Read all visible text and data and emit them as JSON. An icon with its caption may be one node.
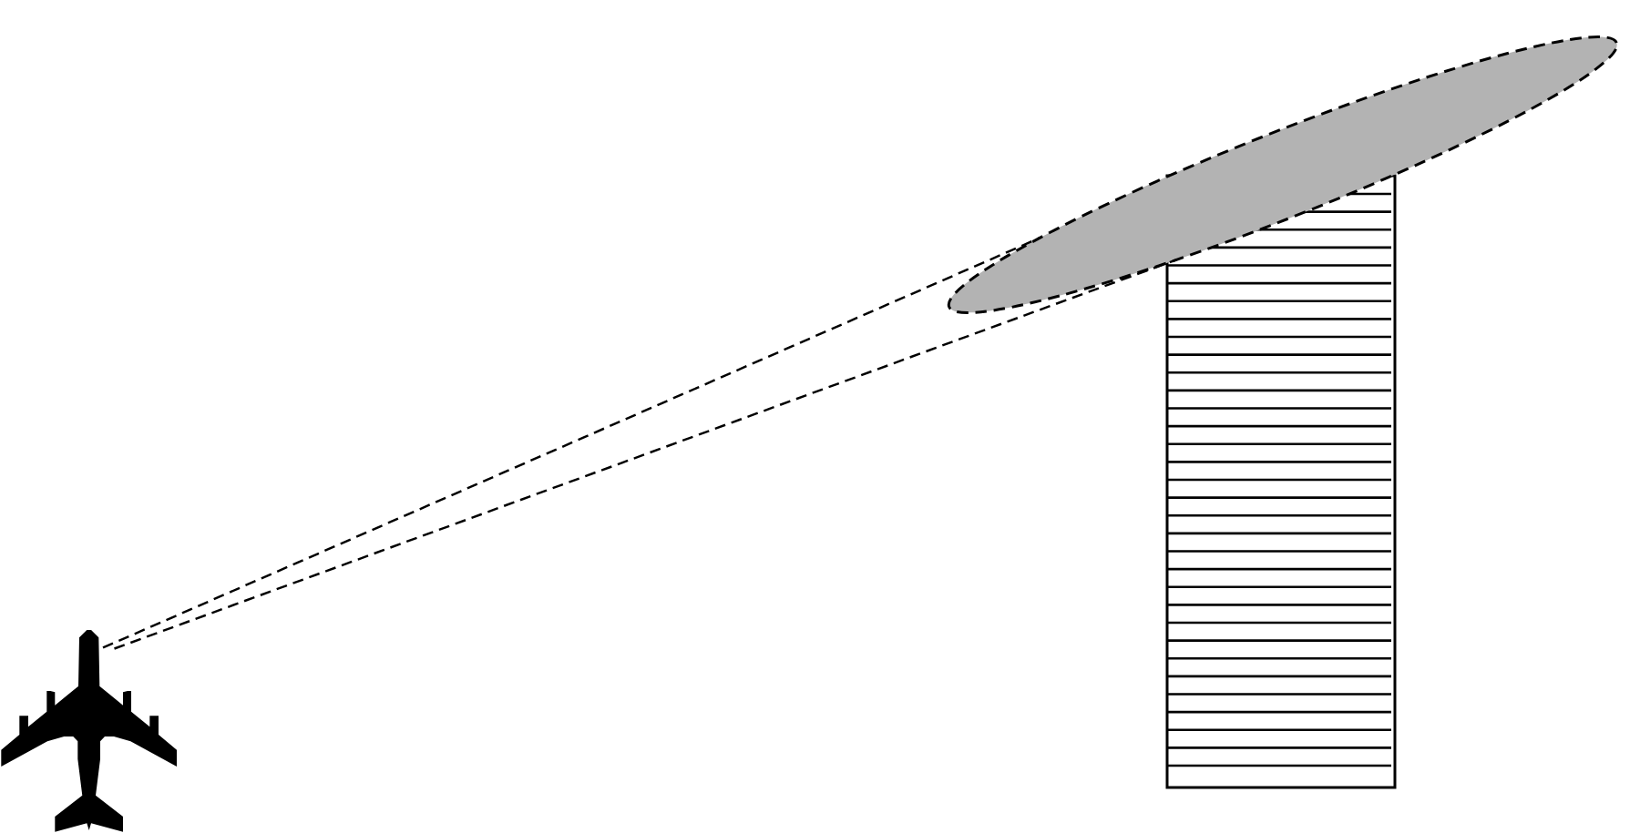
{
  "diagram": {
    "nodes": [
      {
        "text": [],
        "shape": "picture"
      },
      {
        "text": [],
        "shape": "ellipse"
      },
      {
        "text": [],
        "shape": "box"
      }
    ],
    "edges": [
      {
        "from": 0,
        "to": 1,
        "arrow": "none",
        "style": "dashed"
      },
      {
        "from": 0,
        "to": 1,
        "arrow": "none",
        "style": "dashed"
      }
    ]
  }
}
